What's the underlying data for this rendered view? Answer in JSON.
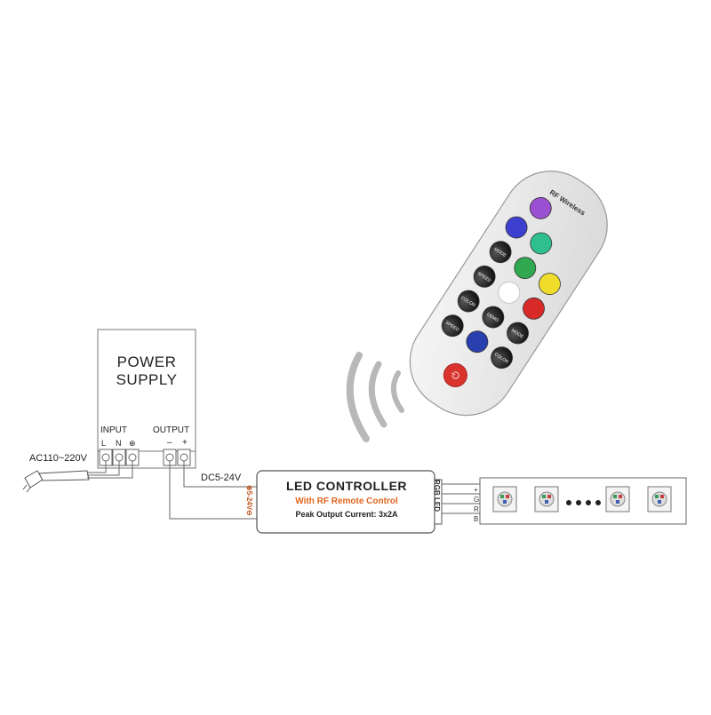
{
  "power_supply": {
    "title_line1": "POWER",
    "title_line2": "SUPPLY",
    "input_label": "INPUT",
    "input_terminals": [
      "L",
      "N",
      "⊕"
    ],
    "output_label": "OUTPUT",
    "output_terminals": [
      "–",
      "+"
    ]
  },
  "ac_label": "AC110~220V",
  "dc_label": "DC5-24V",
  "controller": {
    "title": "LED CONTROLLER",
    "subtitle": "With RF Remote Control",
    "peak": "Peak Output Current: 3x2A",
    "left_side": "⊕5-24V⊖",
    "right_side": "RGB LED"
  },
  "strip": {
    "pins": [
      "+",
      "G",
      "R",
      "B"
    ]
  },
  "remote": {
    "brand": "RF Wireless",
    "button_colors": [
      "#9b4fd1",
      "#3d3fcf",
      "#2fbf8f",
      "#2fa84f",
      "#f0dc2a",
      "#ffffff",
      "#d92a2a",
      "#2a3fae"
    ],
    "button_labels": [
      "MODE",
      "SPEED",
      "COLOR",
      "DEMO"
    ]
  },
  "colors": {
    "line": "#666666",
    "accent": "#e0651e",
    "remote_body": "#eeeeee"
  }
}
